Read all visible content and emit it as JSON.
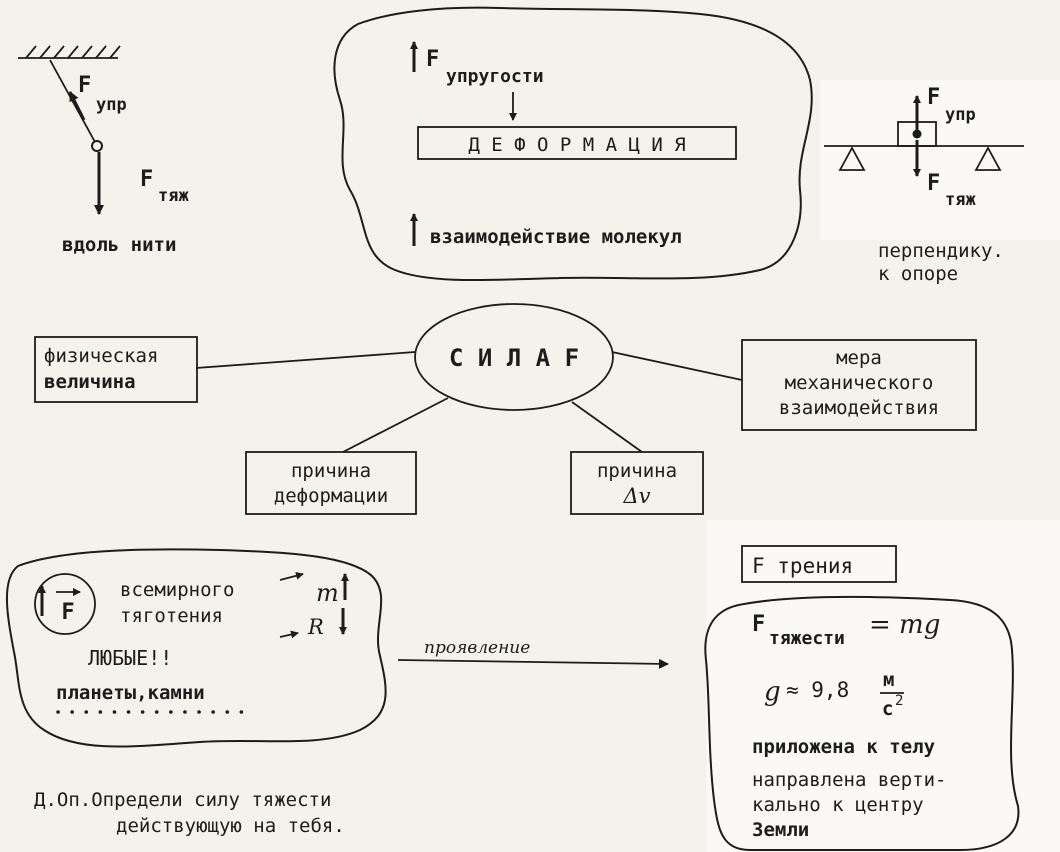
{
  "thread": {
    "force_label": "F",
    "force_sub": "упр",
    "weight_label": "F",
    "weight_sub": "тяж",
    "caption": "вдоль нити"
  },
  "elastic": {
    "title_label": "F",
    "title_sub": "упругости",
    "deformation": "Д Е Ф О Р М А Ц И Я",
    "molecules": "взаимодействие молекул"
  },
  "support": {
    "force_label": "F",
    "force_sub": "упр",
    "weight_label": "F",
    "weight_sub": "тяж",
    "caption_line1": "перпендику.",
    "caption_line2": "к опоре"
  },
  "center": {
    "title": "С И Л А   F"
  },
  "nodes": {
    "physical_line1": "физическая",
    "physical_line2": "величина",
    "measure_line1": "мера",
    "measure_line2": "механического",
    "measure_line3": "взаимодействия",
    "cause_def_line1": "причина",
    "cause_def_line2": "деформации",
    "cause_v_line1": "причина",
    "cause_v_line2": "Δv"
  },
  "gravity": {
    "symbol": "F",
    "line1": "всемирного",
    "line2": "тяготения",
    "any": "ЛЮБЫЕ!!",
    "examples": "планеты,камни",
    "m_label": "m",
    "r_label": "R"
  },
  "manifestation": {
    "label": "проявление"
  },
  "friction": {
    "title": "F   трения"
  },
  "weight_box": {
    "formula_label": "F",
    "formula_sub": "тяжести",
    "formula_rhs": "= mg",
    "g_lhs": "g",
    "g_value": "≈ 9,8",
    "g_unit_num": "м",
    "g_unit_den": "с",
    "g_unit_pow": "2",
    "applied": "приложена к телу",
    "direction_line1": "направлена верти-",
    "direction_line2": "кально к центру",
    "direction_line3": "Земли"
  },
  "homework": {
    "line1": "Д.Оп.Определи силу тяжести",
    "line2": "действующую на тебя."
  }
}
